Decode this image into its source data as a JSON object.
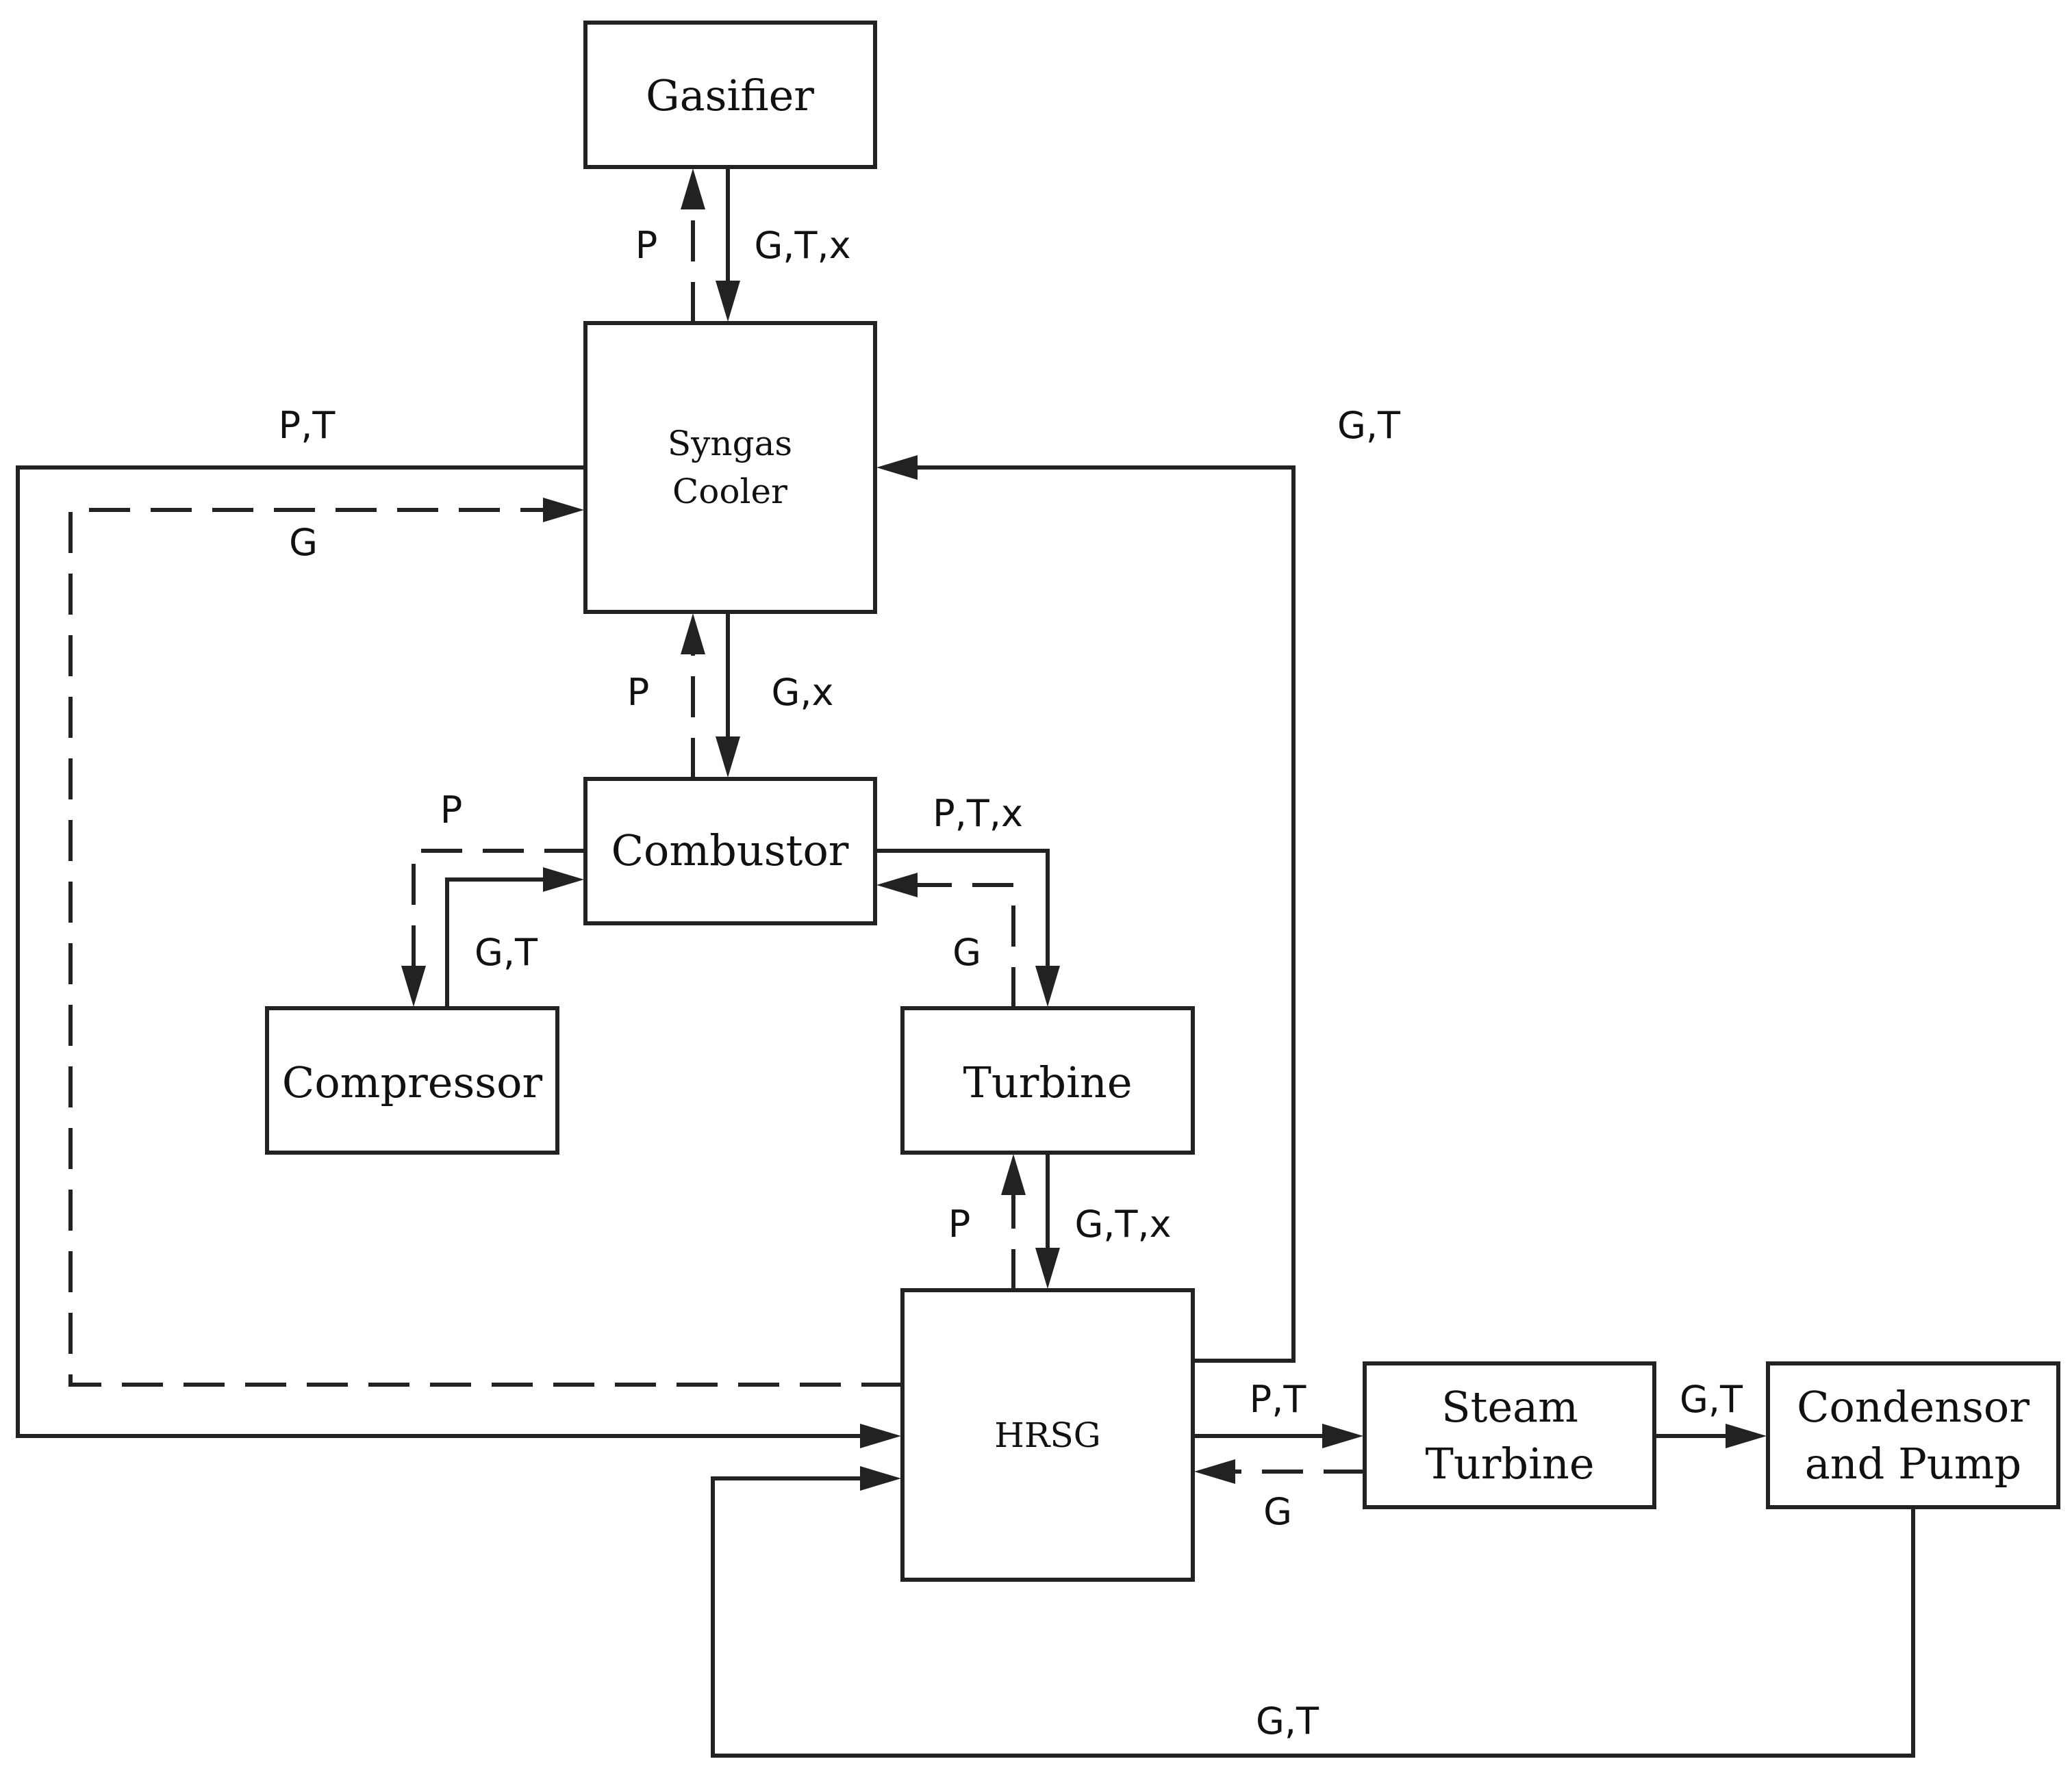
{
  "blocks": {
    "gasifier": "Gasifier",
    "syngas_cooler_1": "Syngas",
    "syngas_cooler_2": "Cooler",
    "combustor": "Combustor",
    "compressor": "Compressor",
    "turbine": "Turbine",
    "hrsg": "HRSG",
    "steam_turbine_1": "Steam",
    "steam_turbine_2": "Turbine",
    "condensor_1": "Condensor",
    "condensor_2": "and Pump"
  },
  "signals": {
    "gasifier_p": "P",
    "gasifier_gtx": "G,T,x",
    "cooler_hrsg_pt": "P,T",
    "hrsg_cooler_g": "G",
    "hrsg_cooler_gt": "G,T",
    "combustor_p": "P",
    "combustor_gx": "G,x",
    "compressor_p": "P",
    "compressor_gt": "G,T",
    "combustor_turbine_ptx": "P,T,x",
    "turbine_combustor_g": "G",
    "turbine_p": "P",
    "turbine_gtx": "G,T,x",
    "hrsg_steam_pt": "P,T",
    "steam_hrsg_g": "G",
    "steam_condensor_gt": "G,T",
    "condensor_hrsg_gt": "G,T"
  }
}
